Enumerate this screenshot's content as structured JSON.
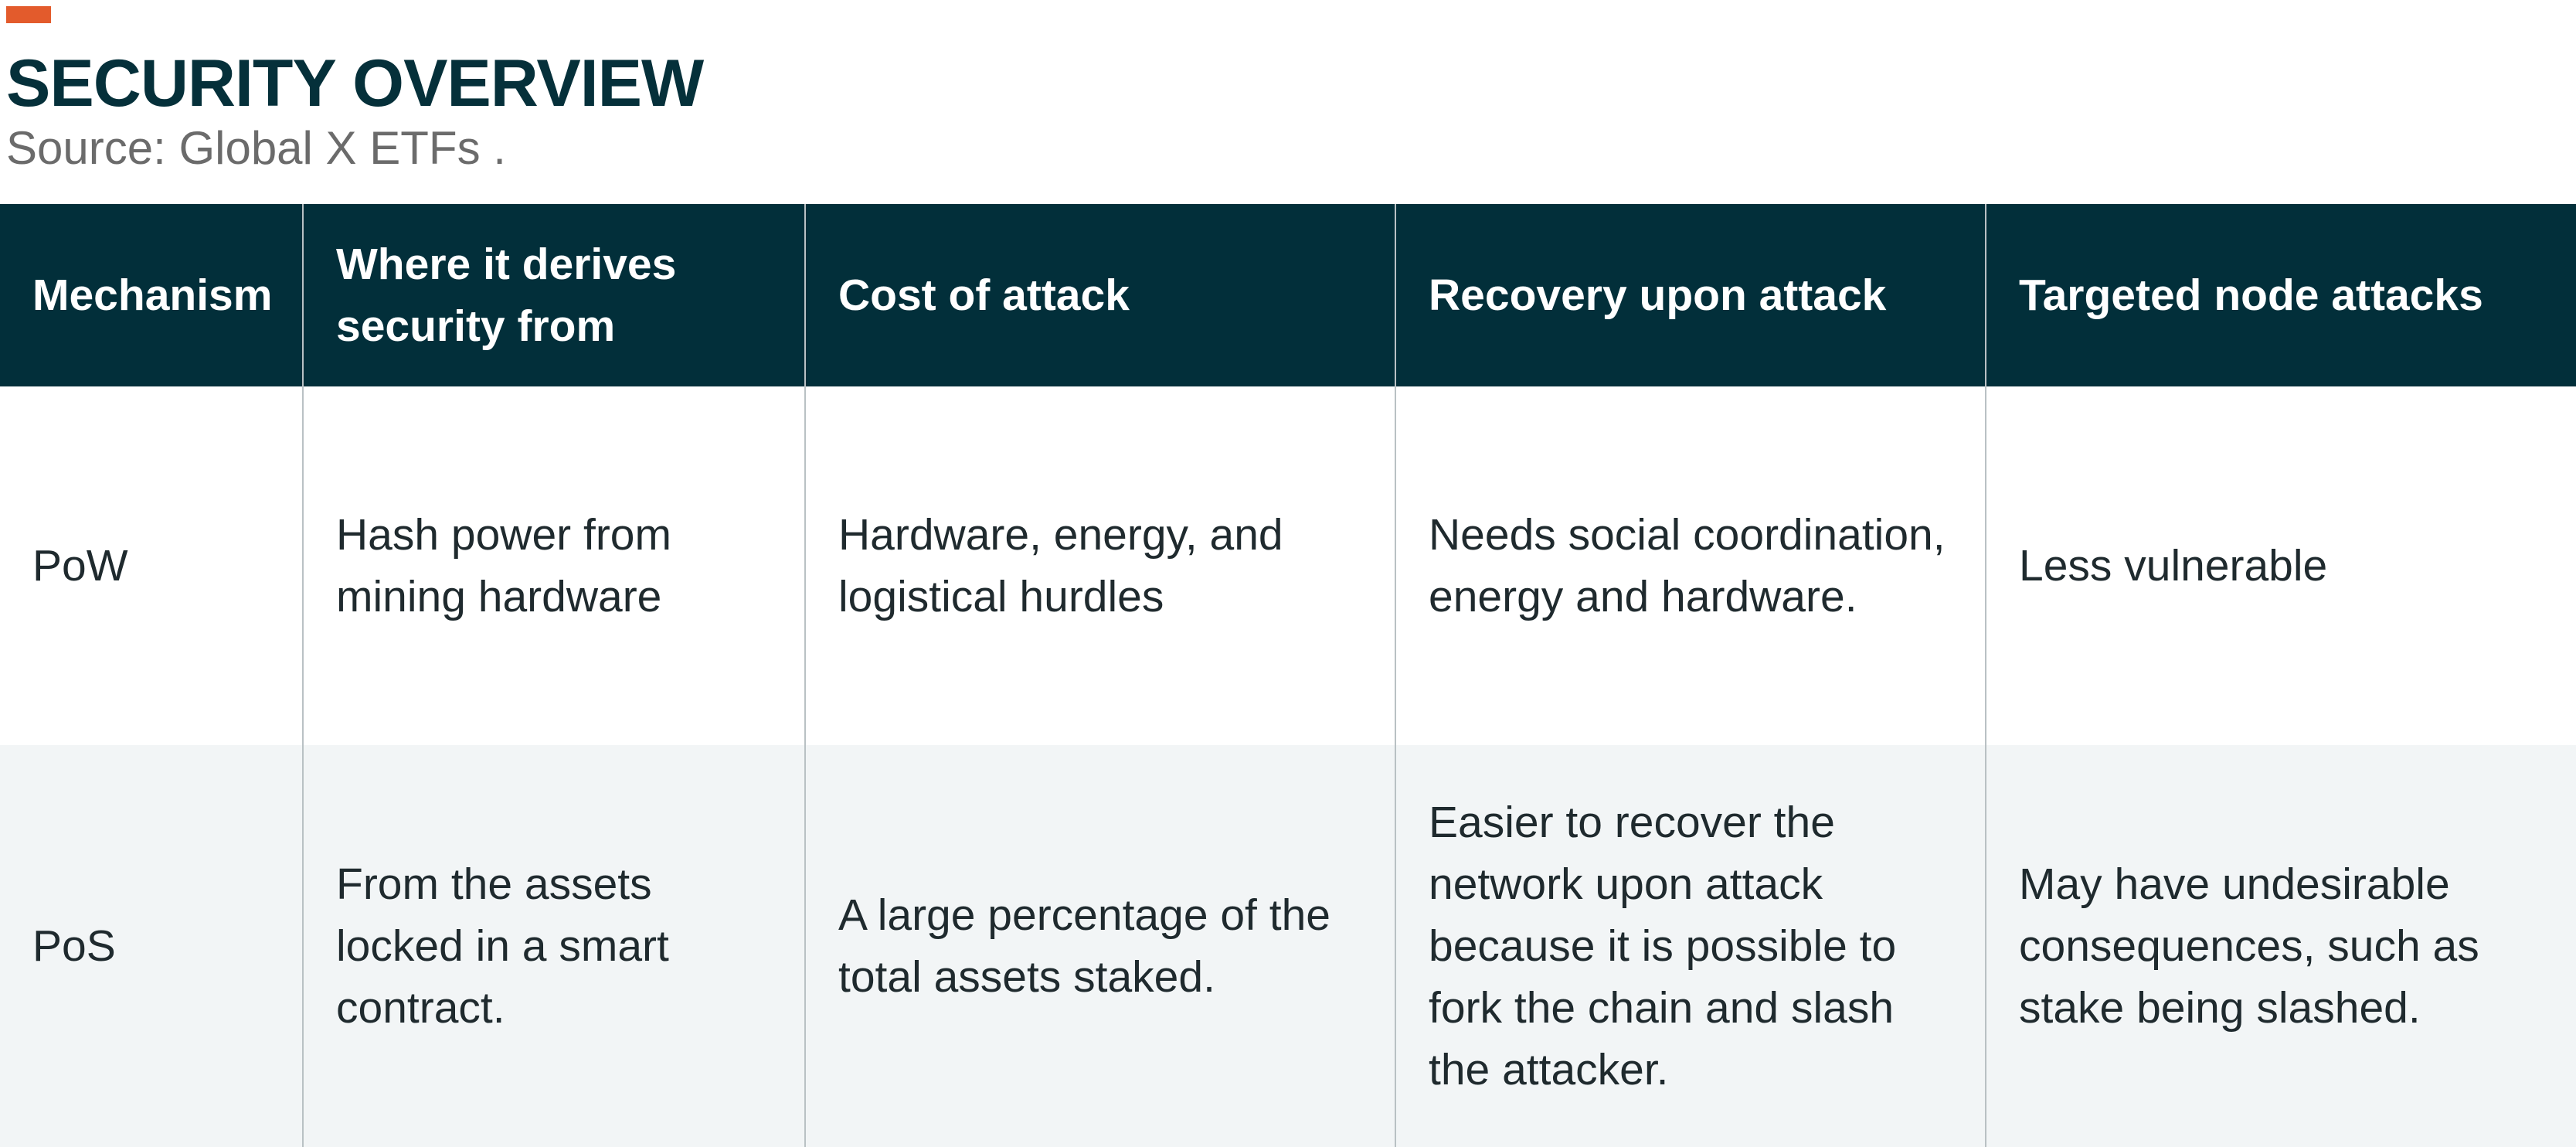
{
  "header": {
    "title": "SECURITY OVERVIEW",
    "source": "Source: Global X ETFs ."
  },
  "table": {
    "columns": [
      "Mechanism",
      "Where it derives security from",
      "Cost of attack",
      "Recovery upon attack",
      "Targeted node attacks"
    ],
    "rows": [
      [
        "PoW",
        "Hash power from mining hardware",
        "Hardware, energy, and logistical hurdles",
        "Needs social coordination, energy and hardware.",
        "Less vulnerable"
      ],
      [
        "PoS",
        "From the assets locked in a smart contract.",
        "A large percentage of the total assets staked.",
        "Easier to recover the network upon attack because it is possible to fork the chain and slash the attacker.",
        "May have undesirable consequences, such as stake being slashed."
      ]
    ]
  },
  "colors": {
    "accent": "#e35b2c",
    "title": "#05303a",
    "header_bg": "#022f3a",
    "header_text": "#ffffff",
    "zebra_row_bg": "#f2f5f6",
    "divider": "#b9c1c4"
  }
}
